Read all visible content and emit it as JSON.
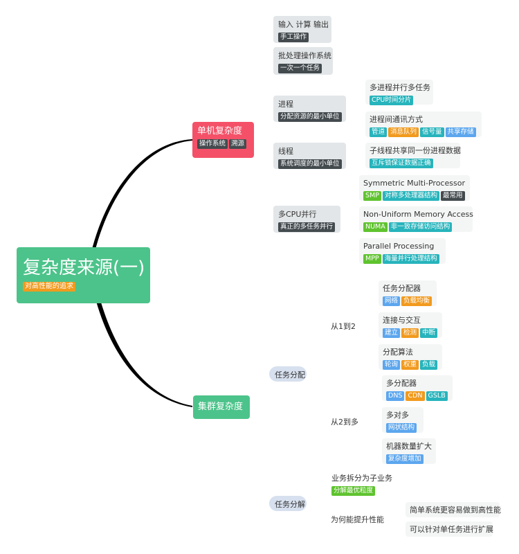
{
  "root": {
    "title": "复杂度来源(一)",
    "tag": "对高性能的追求"
  },
  "single": {
    "title": "单机复杂度",
    "tags": [
      "操作系统",
      "溯源"
    ],
    "manual": {
      "title": "输入 计算 输出",
      "tag": "手工操作"
    },
    "batch": {
      "title": "批处理操作系统",
      "tag": "一次一个任务"
    },
    "process": {
      "title": "进程",
      "tag": "分配资源的最小单位",
      "multi": {
        "title": "多进程并行多任务",
        "tag": "CPU时间分片"
      },
      "ipc": {
        "title": "进程间通讯方式",
        "tags": [
          "管道",
          "消息队列",
          "信号量",
          "共享存储"
        ]
      }
    },
    "thread": {
      "title": "线程",
      "tag": "系统调度的最小单位",
      "shared": {
        "title": "子线程共享同一份进程数据",
        "tag": "互斥锁保证数据正确"
      }
    },
    "multicpu": {
      "title": "多CPU并行",
      "tag": "真正的多任务并行",
      "smp": {
        "title": "Symmetric Multi-Processor",
        "tags": [
          "SMP",
          "对称多处理器结构",
          "最常用"
        ]
      },
      "numa": {
        "title": "Non-Uniform Memory Access",
        "tags": [
          "NUMA",
          "非一致存储访问结构"
        ]
      },
      "mpp": {
        "title": "Parallel Processing",
        "tags": [
          "MPP",
          "海量并行处理结构"
        ]
      }
    }
  },
  "cluster": {
    "title": "集群复杂度",
    "assign": {
      "title": "任务分配",
      "one_to_two": {
        "title": "从1到2",
        "dispatcher": {
          "title": "任务分配器",
          "tags": [
            "网络",
            "负载均衡"
          ]
        },
        "connect": {
          "title": "连接与交互",
          "tags": [
            "建立",
            "检测",
            "中断"
          ]
        },
        "algo": {
          "title": "分配算法",
          "tags": [
            "轮询",
            "权重",
            "负载"
          ]
        }
      },
      "two_to_more": {
        "title": "从2到多",
        "multi_dispatch": {
          "title": "多分配器",
          "tags": [
            "DNS",
            "CDN",
            "GSLB"
          ]
        },
        "many": {
          "title": "多对多",
          "tag": "网状结构"
        },
        "machines": {
          "title": "机器数量扩大",
          "tag": "复杂度增加"
        }
      }
    },
    "split": {
      "title": "任务分解",
      "sub": {
        "title": "业务拆分为子业务",
        "tag": "分解最优粒度"
      },
      "why": {
        "title": "为何能提升性能",
        "r1": "简单系统更容易做到高性能",
        "r2": "可以针对单任务进行扩展"
      }
    }
  },
  "colors": {
    "root": "#4cc38a",
    "single": "#f45168",
    "cluster": "#4cc38a",
    "tag_dark": "#444b4f",
    "tag_teal": "#27b4bc",
    "tag_green": "#5fc32f",
    "tag_orange": "#f19a1e",
    "tag_blue": "#5ca6ee",
    "pill": "#d7e0ee"
  }
}
